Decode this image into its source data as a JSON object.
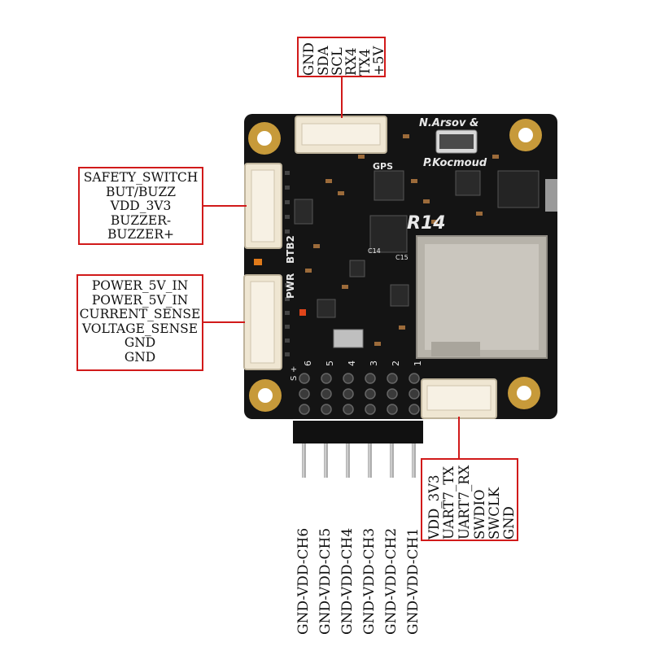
{
  "colors": {
    "callout": "#d11a1a",
    "board": "#141414",
    "connector": "#efe6d2",
    "pad": "#c79a3a",
    "sdcard": "#b7b3aa"
  },
  "board": {
    "credit_line_1": "N.Arsov &",
    "credit_line_2": "P.Kocmoud",
    "model": "R14",
    "gps_silk": "GPS",
    "pwr_silk": "PWR",
    "btb2_silk": "BTB2",
    "cap_c14": "C14",
    "cap_c15": "C15",
    "ch_silk": [
      "6",
      "5",
      "4",
      "3",
      "2",
      "1"
    ],
    "sig_silk": "S",
    "plus_silk": "+"
  },
  "gps": {
    "pins": [
      "GND",
      "SDA",
      "SCL",
      "RX4",
      "TX4",
      "+5V"
    ]
  },
  "safety": {
    "pins": [
      "SAFETY_SWITCH",
      "BUT/BUZZ",
      "VDD_3V3",
      "BUZZER-",
      "BUZZER+"
    ]
  },
  "power": {
    "pins": [
      "POWER_5V_IN",
      "POWER_5V_IN",
      "CURRENT_SENSE",
      "VOLTAGE_SENSE",
      "GND",
      "GND"
    ]
  },
  "debug": {
    "pins": [
      "VDD_3V3",
      "UART7_TX",
      "UART7_RX",
      "SWDIO",
      "SWCLK",
      "GND"
    ]
  },
  "channels": {
    "labels": [
      "GND-VDD-CH6",
      "GND-VDD-CH5",
      "GND-VDD-CH4",
      "GND-VDD-CH3",
      "GND-VDD-CH2",
      "GND-VDD-CH1"
    ]
  }
}
